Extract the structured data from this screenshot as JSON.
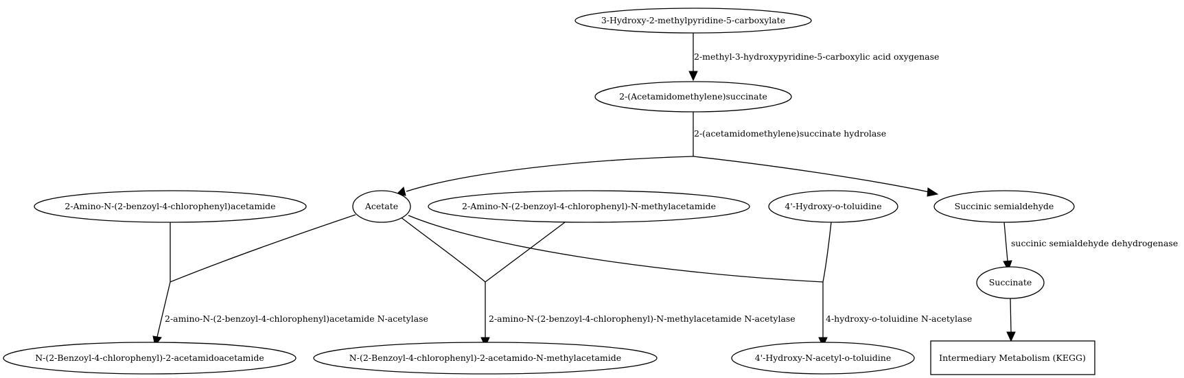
{
  "diagram": {
    "nodes": {
      "hmpc": "3-Hydroxy-2-methylpyridine-5-carboxylate",
      "ams": "2-(Acetamidomethylene)succinate",
      "abca": "2-Amino-N-(2-benzoyl-4-chlorophenyl)acetamide",
      "acetate": "Acetate",
      "abcm": "2-Amino-N-(2-benzoyl-4-chlorophenyl)-N-methylacetamide",
      "hot": "4'-Hydroxy-o-toluidine",
      "ssa": "Succinic semialdehyde",
      "succinate": "Succinate",
      "nbaa": "N-(2-Benzoyl-4-chlorophenyl)-2-acetamidoacetamide",
      "nbam": "N-(2-Benzoyl-4-chlorophenyl)-2-acetamido-N-methylacetamide",
      "hnat": "4'-Hydroxy-N-acetyl-o-toluidine",
      "kegg": "Intermediary Metabolism (KEGG)"
    },
    "edges": {
      "oxygenase": "2-methyl-3-hydroxypyridine-5-carboxylic acid oxygenase",
      "hydrolase": "2-(acetamidomethylene)succinate hydrolase",
      "acetylase1": "2-amino-N-(2-benzoyl-4-chlorophenyl)acetamide N-acetylase",
      "acetylase2": "2-amino-N-(2-benzoyl-4-chlorophenyl)-N-methylacetamide N-acetylase",
      "acetylase3": "4-hydroxy-o-toluidine N-acetylase",
      "dehydrogenase": "succinic semialdehyde dehydrogenase"
    }
  }
}
